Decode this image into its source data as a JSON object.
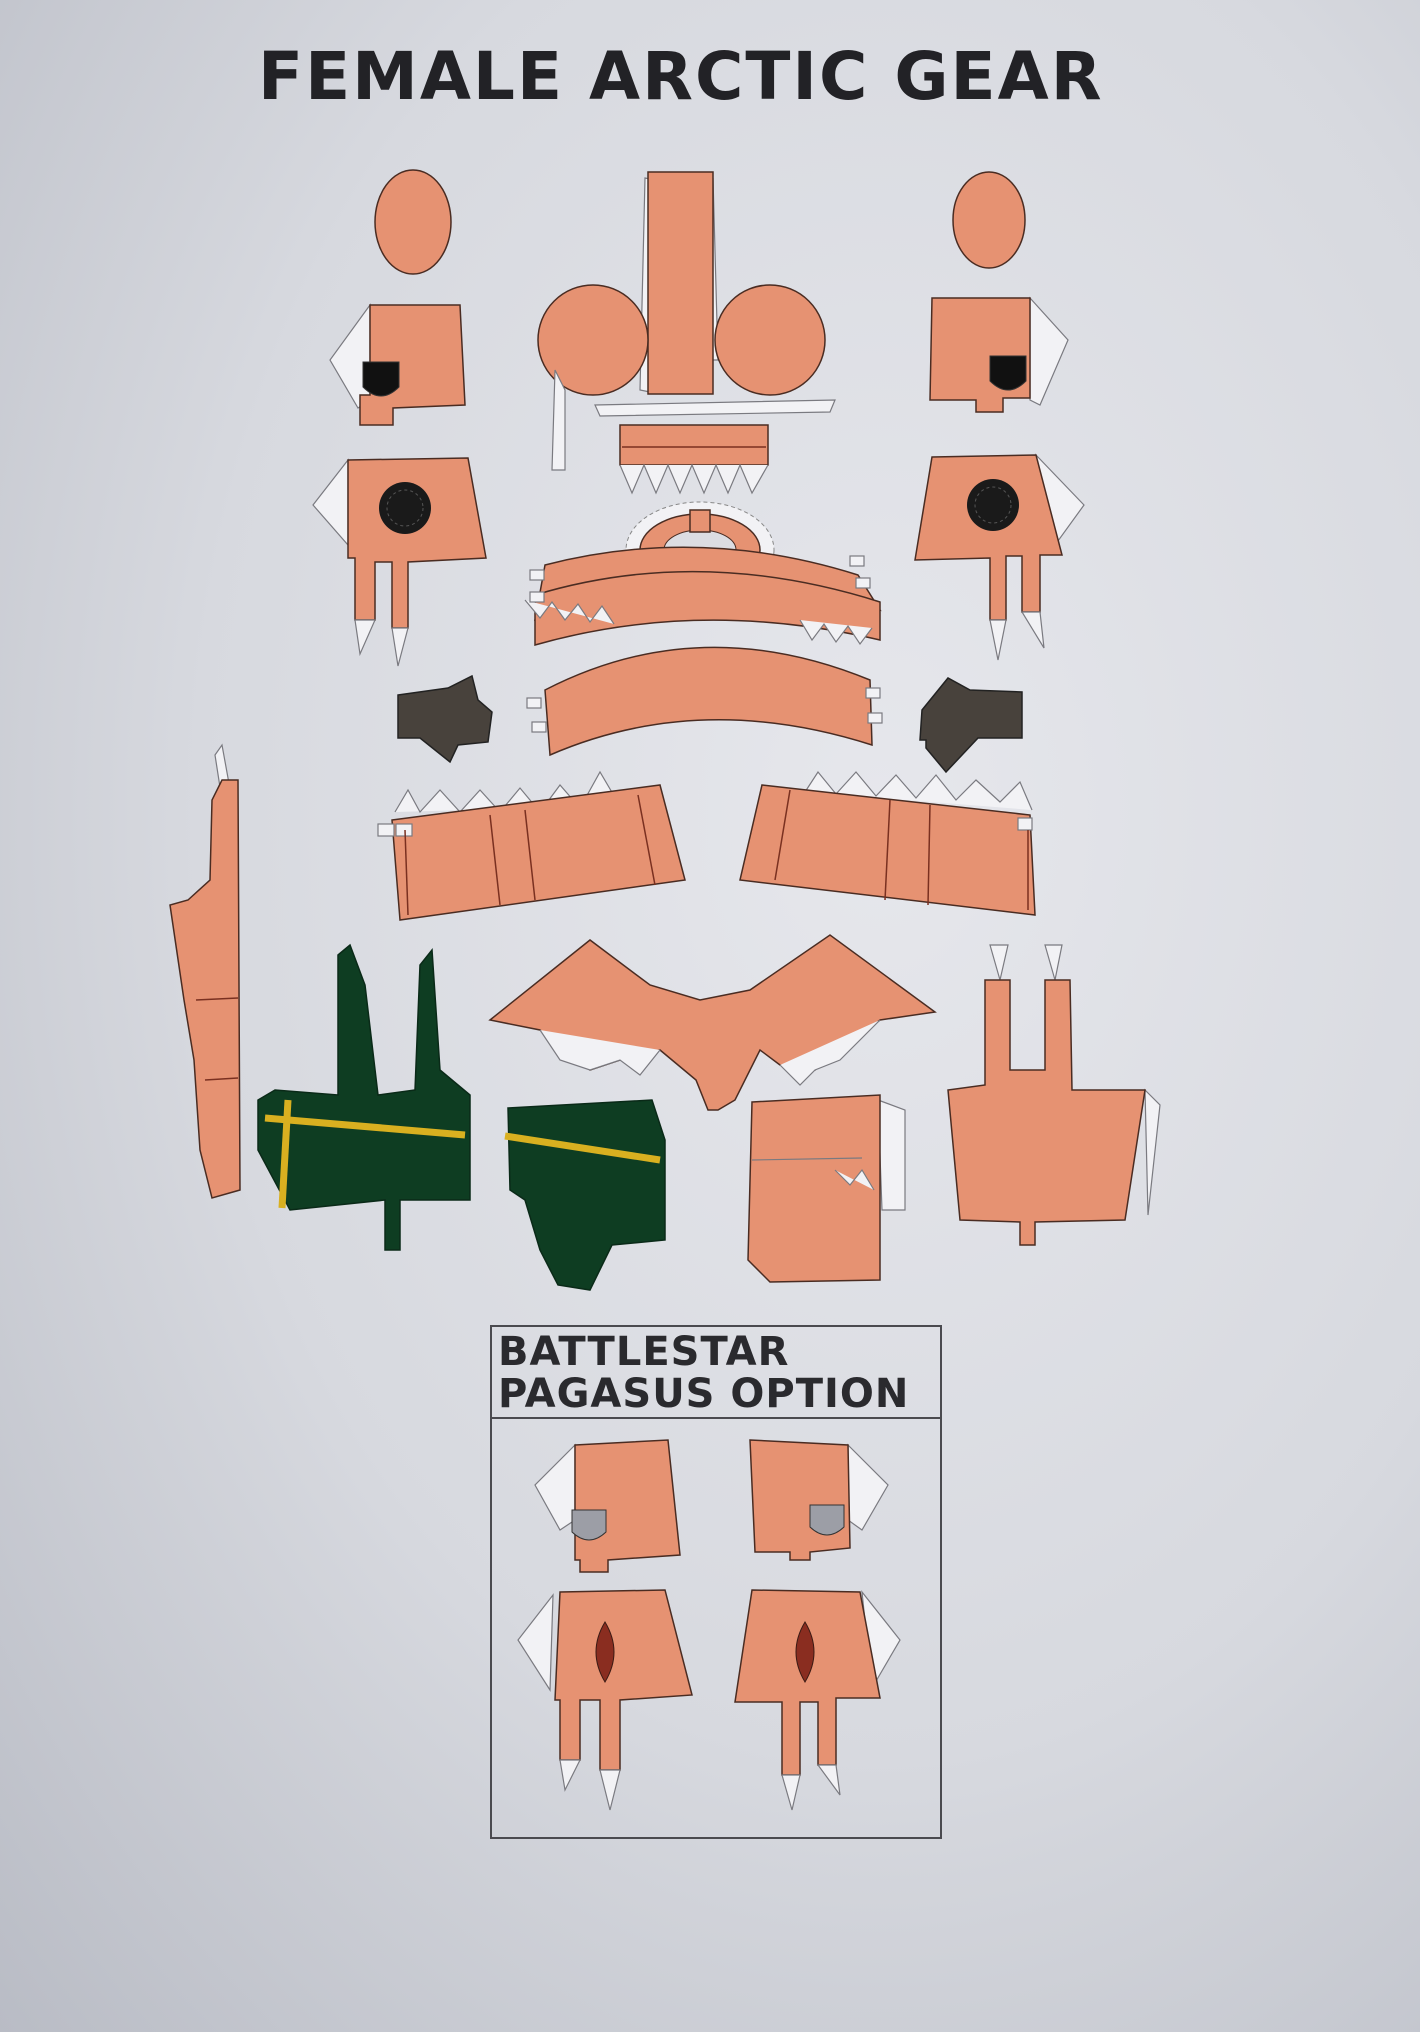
{
  "title": "FEMALE ARCTIC GEAR",
  "option_box": {
    "line1": "BATTLESTAR",
    "line2": "PAGASUS OPTION"
  },
  "colors": {
    "skin": "#e69272",
    "dark_green": "#0e3d22",
    "stripe": "#d9b020",
    "dark_gray": "#48423c",
    "outline": "#3a2a24",
    "shield_gray": "#9c9ea6"
  }
}
